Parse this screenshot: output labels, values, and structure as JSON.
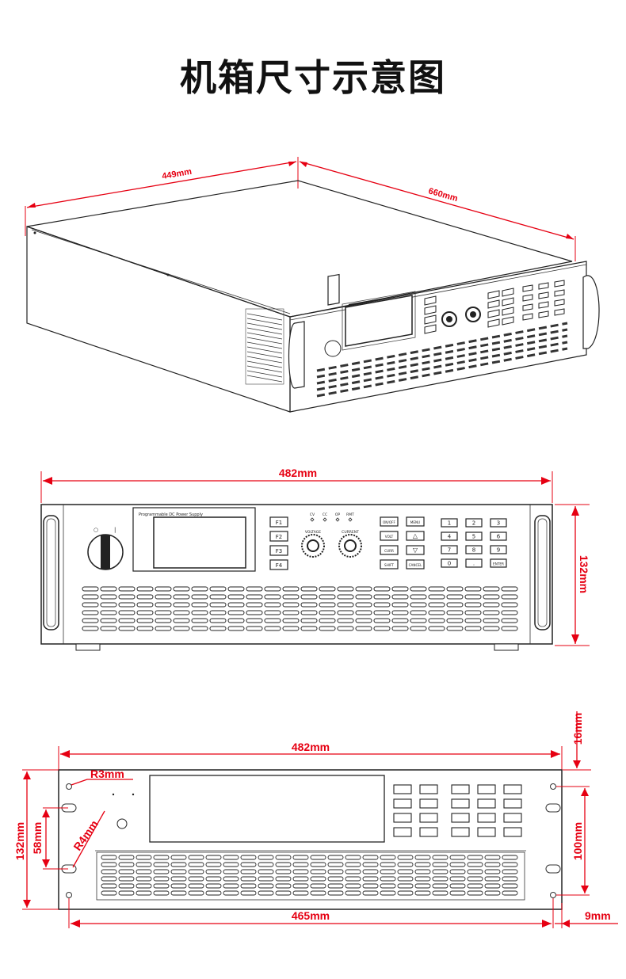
{
  "title": "机箱尺寸示意图",
  "iso_view": {
    "width_label": "449mm",
    "depth_label": "660mm"
  },
  "front_view": {
    "width_label": "482mm",
    "height_label": "132mm",
    "panel_brand": "Programmable DC Power Supply",
    "knob_labels": [
      "VOLTAGE",
      "CURRENT"
    ],
    "indicator_labels": [
      "CV",
      "CC",
      "OP",
      "RMT"
    ],
    "side_keys": [
      "F1",
      "F2",
      "F3",
      "F4"
    ],
    "func_keys": [
      "ON/OFF",
      "MENU",
      "VOLT",
      "△",
      "CURR",
      "▽",
      "SHIFT",
      "CANCEL"
    ],
    "num_keys": [
      "1",
      "2",
      "3",
      "4",
      "5",
      "6",
      "7",
      "8",
      "9",
      "0",
      ".",
      "ENTER"
    ]
  },
  "panel_view": {
    "top_width_label": "482mm",
    "hole_pitch_label": "465mm",
    "height_label": "132mm",
    "slot_spacing_label": "58mm",
    "hole_vertical_label": "100mm",
    "top_offset_label": "16mm",
    "side_offset_label": "9mm",
    "corner_radius_label": "R3mm",
    "slot_radius_label": "R4mm"
  }
}
